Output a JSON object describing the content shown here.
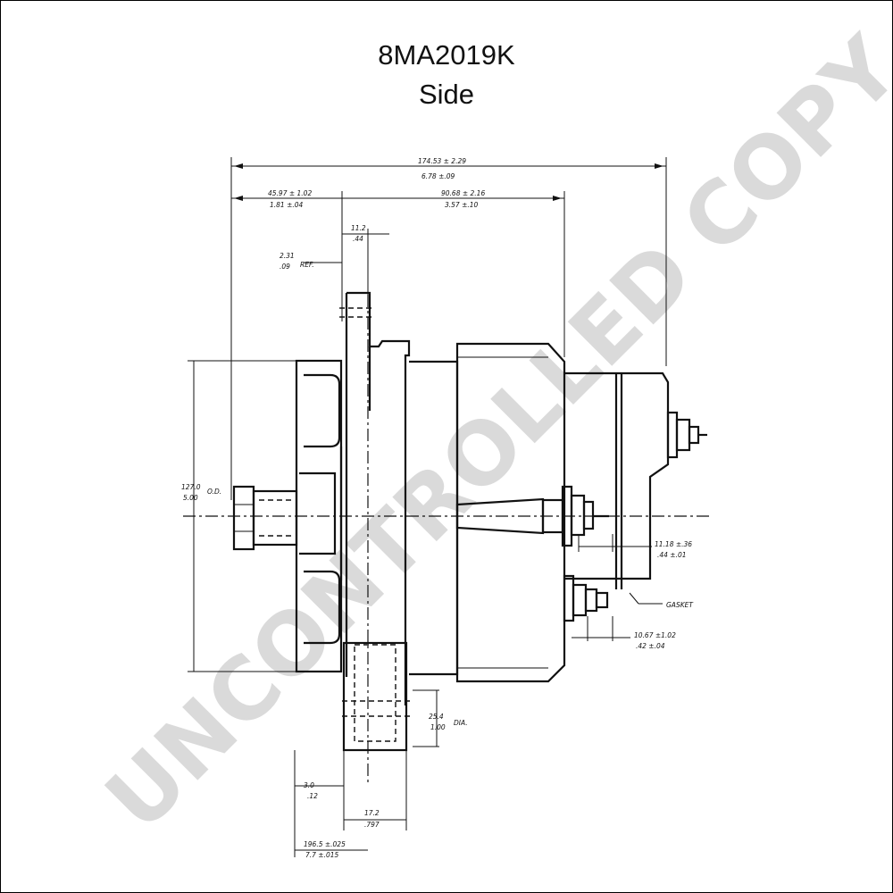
{
  "title": "8MA2019K",
  "view": "Side",
  "watermark": "UNCONTROLLED COPY",
  "dimensions": {
    "overall_length": "174.53 ± 2.29",
    "overall_length_in": "6.78 ±.09",
    "front_offset": "45.97 ± 1.02",
    "front_offset_in": "1.81 ±.04",
    "body_length": "90.68 ± 2.16",
    "body_length_in": "3.57 ±.10",
    "flange_thickness": "11.2",
    "flange_thickness_in": ".44",
    "ref_offset": "2.31",
    "ref_offset_in": ".09",
    "ref_label": "REF.",
    "fan_od": "127.0",
    "fan_od_in": "5.00",
    "od_label": "O.D.",
    "terminal_offset": "11.18 ±.36",
    "terminal_offset_in": ".44 ±.01",
    "gasket_label": "GASKET",
    "terminal2_offset": "10.67 ±1.02",
    "terminal2_offset_in": ".42 ±.04",
    "mount_hole_dia": "25.4",
    "mount_hole_dia_in": "1.00",
    "dia_label": "DIA.",
    "foot_width": "3.0",
    "foot_width_in": ".12",
    "foot_length": "17.2",
    "foot_length_in": ".797",
    "bottom_offset": "196.5 ±.025",
    "bottom_offset_in": "7.7 ±.015"
  }
}
